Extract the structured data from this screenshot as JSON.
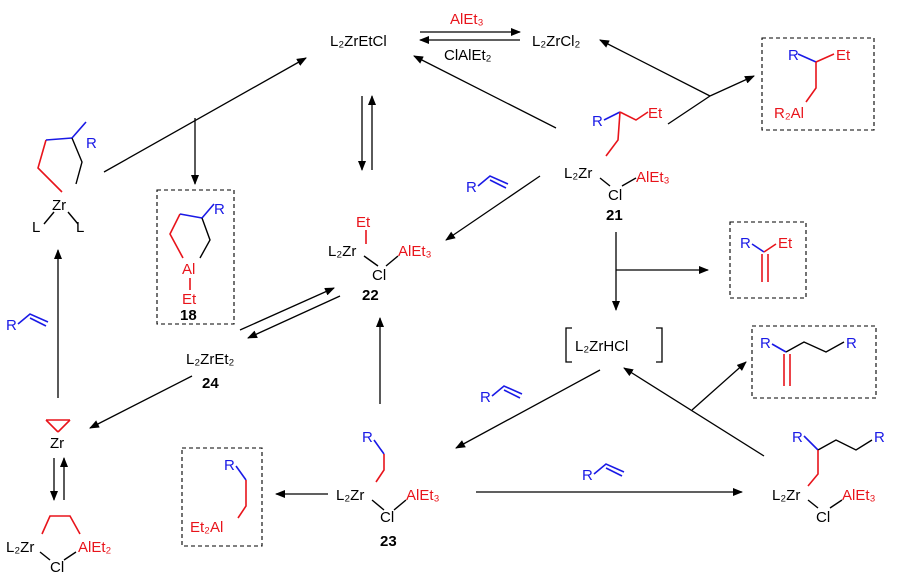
{
  "species": {
    "top_center": "L₂ZrEtCl",
    "top_right": "L₂ZrCl₂",
    "cat_22_zr": "L₂Zr",
    "cat_22_et": "Et",
    "cat_22_al": "AlEt₃",
    "cat_22_cl": "Cl",
    "cat_22_num": "22",
    "cat_24": "L₂ZrEt₂",
    "cat_24_num": "24",
    "cat_21_zr": "L₂Zr",
    "cat_21_al": "AlEt₃",
    "cat_21_cl": "Cl",
    "cat_21_r": "R",
    "cat_21_et": "Et",
    "cat_21_num": "21",
    "hydride": "L₂ZrHCl",
    "cat_23_zr": "L₂Zr",
    "cat_23_al": "AlEt₃",
    "cat_23_cl": "Cl",
    "cat_23_r": "R",
    "cat_23_num": "23",
    "br_zr": "L₂Zr",
    "br_al": "AlEt₃",
    "br_cl": "Cl",
    "br_r1": "R",
    "br_r2": "R",
    "zircona_zr": "Zr",
    "zircona_l1": "L",
    "zircona_l2": "L",
    "zircona_r": "R",
    "zcp_zr": "Zr",
    "bimet_zr": "L₂Zr",
    "bimet_al": "AlEt₂",
    "bimet_cl": "Cl",
    "alacycle_al": "Al",
    "alacycle_et": "Et",
    "alacycle_r": "R",
    "alacycle_num": "18",
    "prod_r2al": "R₂Al",
    "prod_r2al_r": "R",
    "prod_r2al_et": "Et",
    "prod_alkene_r": "R",
    "prod_alkene_et": "Et",
    "prod_diene_r1": "R",
    "prod_diene_r2": "R",
    "prod_et2al": "Et₂Al",
    "prod_et2al_r": "R"
  },
  "reagents": {
    "top_fwd": "AlEt₃",
    "top_rev": "ClAlEt₂",
    "alkene_r": "R"
  },
  "colors": {
    "red": "#e8141b",
    "blue": "#1a1ae6",
    "black": "#000000"
  }
}
